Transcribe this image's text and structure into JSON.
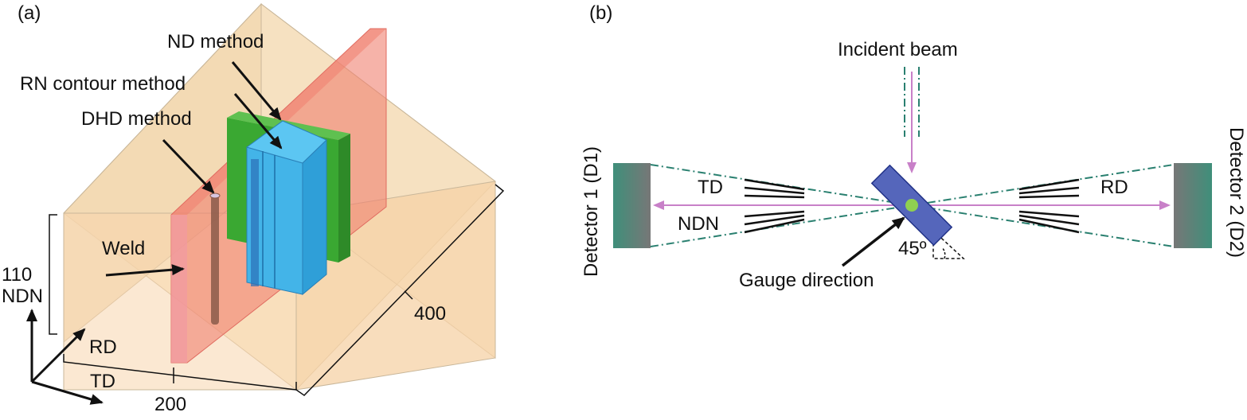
{
  "panel_a": {
    "tag": "(a)",
    "labels": {
      "nd_method": "ND method",
      "rn_contour_method": "RN contour method",
      "dhd_method": "DHD method",
      "weld": "Weld",
      "dim_height": "110",
      "ndn_axis": "NDN",
      "rd_axis": "RD",
      "td_axis": "TD",
      "dim_width": "200",
      "dim_length": "400"
    },
    "colors": {
      "block": "#f5d9a8",
      "weld_plane": "#f08070",
      "green_plate": "#3aa832",
      "blue_block": "#43b4e8",
      "rod": "#8a5a4a"
    }
  },
  "panel_b": {
    "tag": "(b)",
    "labels": {
      "incident_beam": "Incident beam",
      "detector1": "Detector 1 (D1)",
      "detector2": "Detector 2 (D2)",
      "td": "TD",
      "ndn": "NDN",
      "rd": "RD",
      "angle": "45º",
      "gauge_direction": "Gauge direction"
    },
    "colors": {
      "detector": "#3f8f7a",
      "beam_arrow": "#c880c8",
      "sample": "#5566bb",
      "gauge": "#8fd050",
      "dashdot": "#2a8070"
    }
  }
}
